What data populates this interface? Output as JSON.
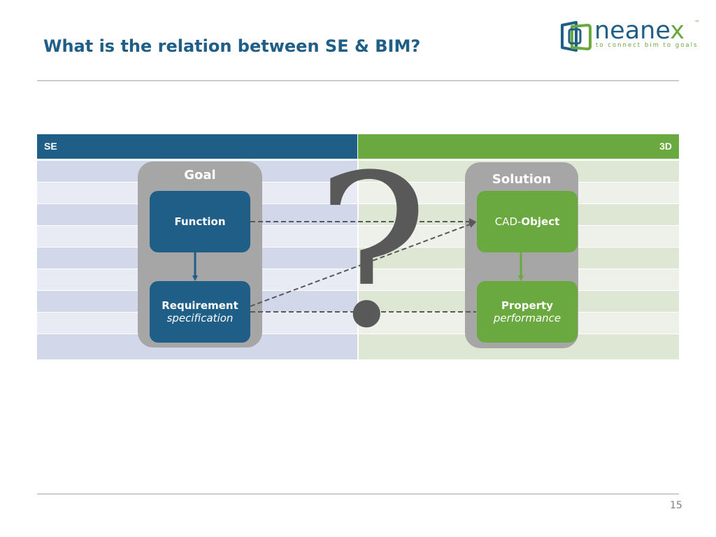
{
  "slide": {
    "title": "What is the relation between SE & BIM?",
    "page_number": "15"
  },
  "logo": {
    "word_main": "neane",
    "word_accent": "x",
    "tm": "™",
    "tagline": "to connect bim to goals"
  },
  "table": {
    "left_header": "SE",
    "right_header": "3D"
  },
  "goal_group": {
    "title": "Goal",
    "box_top": {
      "line1": "Function"
    },
    "box_bottom": {
      "line1": "Requirement",
      "line2": "specification"
    }
  },
  "solution_group": {
    "title": "Solution",
    "box_top": {
      "prefix": "CAD-",
      "bold": "Object"
    },
    "box_bottom": {
      "line1": "Property",
      "line2": "performance"
    }
  },
  "question_mark": "?",
  "colors": {
    "se_blue": "#1f5f87",
    "bim_green": "#6aa93f",
    "group_gray": "#a6a6a6",
    "question_gray": "#595959"
  }
}
